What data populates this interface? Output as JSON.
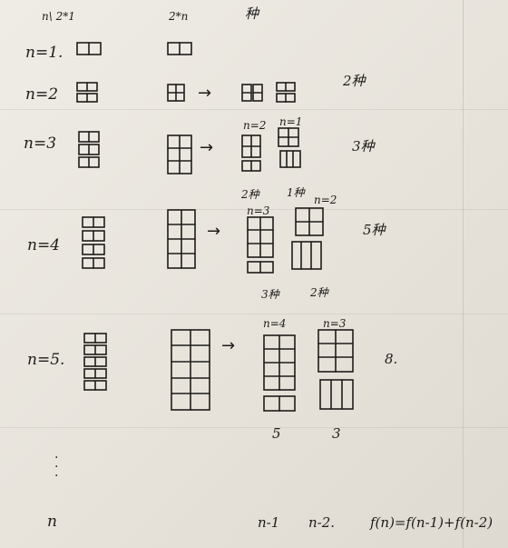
{
  "header": {
    "col_n": "n\\ 2*1",
    "col_2xn": "2*n",
    "col_ways": "种"
  },
  "rows": {
    "n1": {
      "label": "n=1."
    },
    "n2": {
      "label": "n=2",
      "result": "2种"
    },
    "n3": {
      "label": "n=3",
      "sub_left": "n=2",
      "sub_right": "n=1",
      "result": "3种"
    },
    "n4": {
      "label": "n=4",
      "top_left": "2种",
      "top_right": "1种",
      "sub_left": "n=3",
      "sub_right": "n=2",
      "bottom_left": "3种",
      "bottom_right": "2种",
      "result": "5种"
    },
    "n5": {
      "label": "n=5.",
      "sub_left": "n=4",
      "sub_right": "n=3",
      "bottom_left": "5",
      "bottom_right": "3",
      "result": "8."
    }
  },
  "general": {
    "label": "n",
    "term1": "n-1",
    "term2": "n-2.",
    "formula": "f(n)=f(n-1)+f(n-2)"
  }
}
